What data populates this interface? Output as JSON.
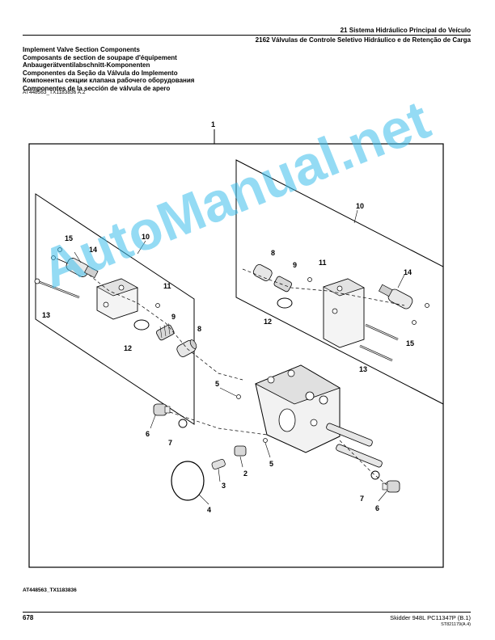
{
  "header": {
    "line1": "21 Sistema Hidráulico Principal do Veículo",
    "line2": "2162 Válvulas de Controle Seletivo Hidráulico e de Retenção de Carga"
  },
  "titles": [
    "Implement Valve Section Components",
    "Composants de section de soupape d'équipement",
    "Anbaugerätventilabschnitt-Komponenten",
    "Componentes da Seção da Válvula do Implemento",
    "Компоненты секции клапана рабочего оборудования",
    "Componentes de la sección de válvula de apero"
  ],
  "figure": {
    "ref_top": "AT448563_TX1183836 A.2",
    "ref_bottom": "AT448563_TX1183836",
    "callouts": {
      "c1": "1",
      "c2": "2",
      "c3": "3",
      "c4": "4",
      "c5a": "5",
      "c5b": "5",
      "c6a": "6",
      "c6b": "6",
      "c7a": "7",
      "c7b": "7",
      "c8a": "8",
      "c8b": "8",
      "c9a": "9",
      "c9b": "9",
      "c10a": "10",
      "c10b": "10",
      "c11a": "11",
      "c11b": "11",
      "c12a": "12",
      "c12b": "12",
      "c13a": "13",
      "c13b": "13",
      "c14a": "14",
      "c14b": "14",
      "c15a": "15",
      "c15b": "15"
    }
  },
  "watermark": "AutoManual.net",
  "footer": {
    "page": "678",
    "model": "Skidder 948L   PC11347P   (B.1)",
    "code": "ST821179(A.4)"
  }
}
